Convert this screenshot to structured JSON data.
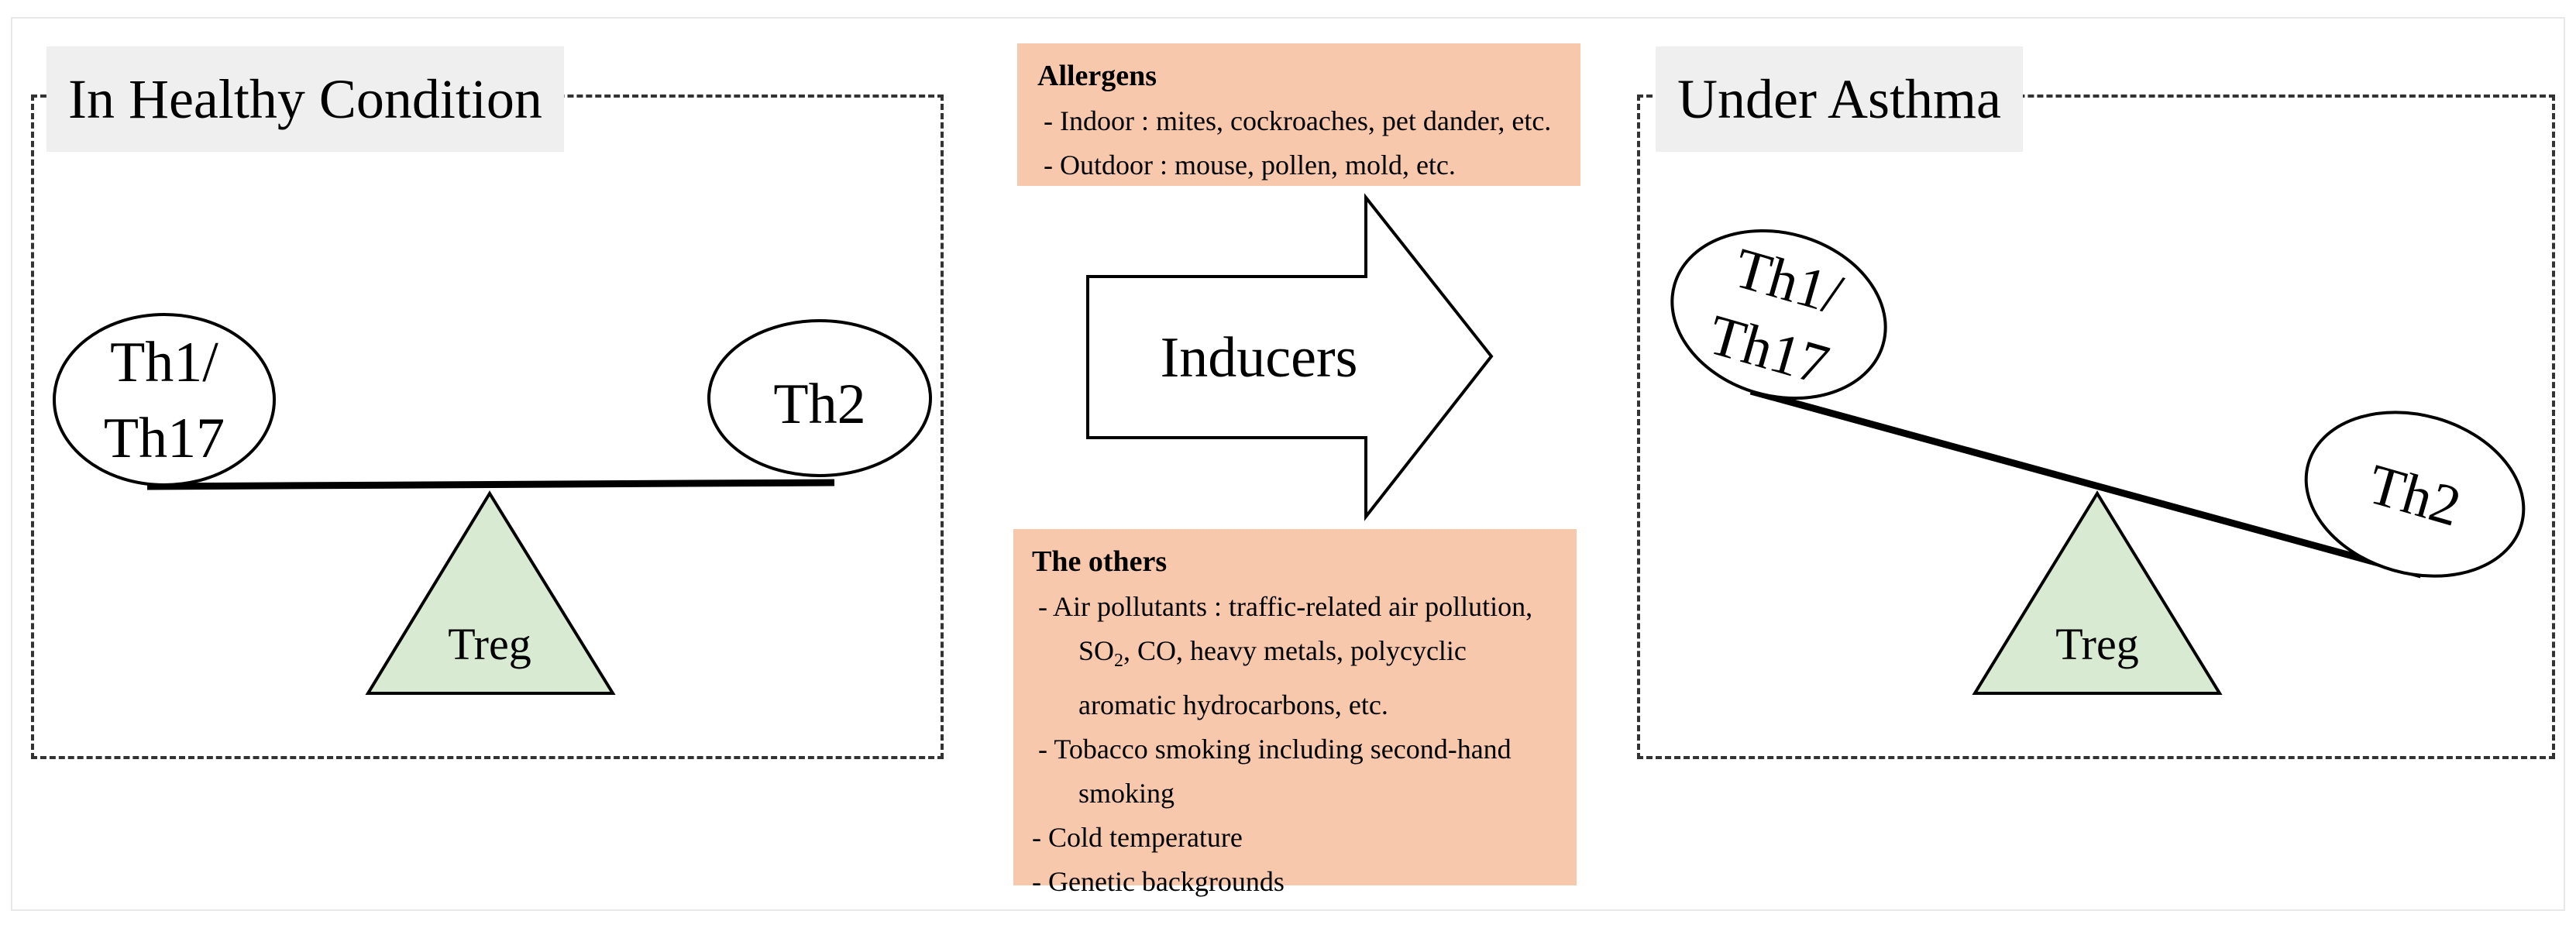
{
  "healthy_panel": {
    "title": "In Healthy Condition",
    "left_cell": [
      "Th1/",
      "Th17"
    ],
    "right_cell": "Th2",
    "fulcrum": "Treg"
  },
  "asthma_panel": {
    "title": "Under Asthma",
    "left_cell": [
      "Th1/",
      "Th17"
    ],
    "right_cell": "Th2",
    "fulcrum": "Treg"
  },
  "arrow": {
    "label": "Inducers"
  },
  "allergens": {
    "heading": "Allergens",
    "lines": [
      "- Indoor : mites, cockroaches, pet dander, etc.",
      "- Outdoor : mouse, pollen, mold, etc."
    ]
  },
  "others": {
    "heading": "The others",
    "air_line1": "- Air pollutants : traffic-related air pollution,",
    "so_prefix": "SO",
    "so_sub": "2",
    "so_rest": ", CO, heavy metals, polycyclic",
    "air_line3": "aromatic hydrocarbons, etc.",
    "tobacco_line1": "- Tobacco smoking including second-hand",
    "tobacco_line2": "smoking",
    "cold": "- Cold temperature",
    "genetic": "- Genetic backgrounds"
  },
  "colors": {
    "info_box": "#f8c8ad",
    "triangle": "#d9ead3",
    "title_bg": "#efefef"
  }
}
